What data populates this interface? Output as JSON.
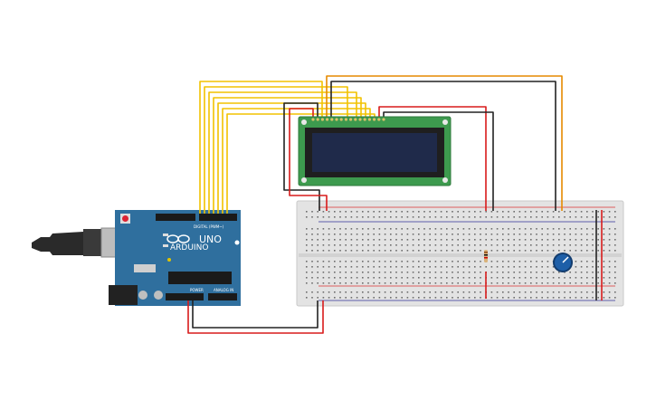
{
  "board": {
    "brand": "ARDUINO",
    "model": "UNO",
    "digital_header": "DIGITAL (PWM~)",
    "power_header": "POWER",
    "analog_header": "ANALOG IN"
  },
  "colors": {
    "board": "#2f6f9e",
    "breadboard": "#e3e3e3",
    "wire_yellow": "#f2c200",
    "wire_black": "#222222",
    "wire_red": "#d81b1b",
    "wire_orange": "#e68a00",
    "lcd_pcb": "#3d9a4e",
    "lcd_screen": "#1f2a4a",
    "pot_knob": "#1e5fa8"
  },
  "components": {
    "arduino": "arduino-uno",
    "lcd": "lcd-16x2",
    "breadboard": "breadboard",
    "potentiometer": "potentiometer",
    "resistor": "resistor",
    "usb": "usb-cable"
  }
}
